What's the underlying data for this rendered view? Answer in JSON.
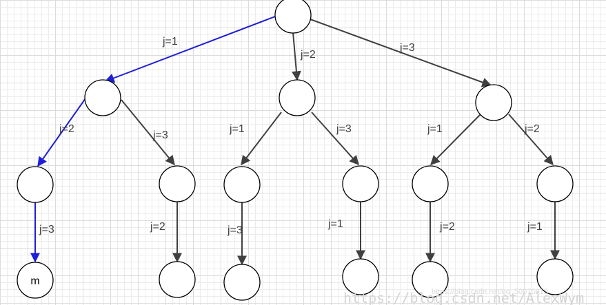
{
  "diagram": {
    "edge_labels": {
      "root_c1": "j=1",
      "root_c2": "j=2",
      "root_c3": "j=3",
      "c1_g11": "j=2",
      "c1_g12": "j=3",
      "c2_g21": "j=1",
      "c2_g22": "j=3",
      "c3_g31": "j=1",
      "c3_g32": "j=2",
      "g11_l11": "j=3",
      "g12_l12": "j=2",
      "g21_l21": "j=3",
      "g22_l22": "j=1",
      "g31_l31": "j=2",
      "g32_l32": "j=1"
    },
    "node_labels": {
      "leaf_1": "m"
    },
    "colors": {
      "highlight_path": "#1f1fd6",
      "edge": "#404040"
    }
  },
  "watermark": {
    "url": "https://blog.csdn.net/AlexWym",
    "overlay_text": "https://blog.csdn.net/qq_50075913"
  }
}
